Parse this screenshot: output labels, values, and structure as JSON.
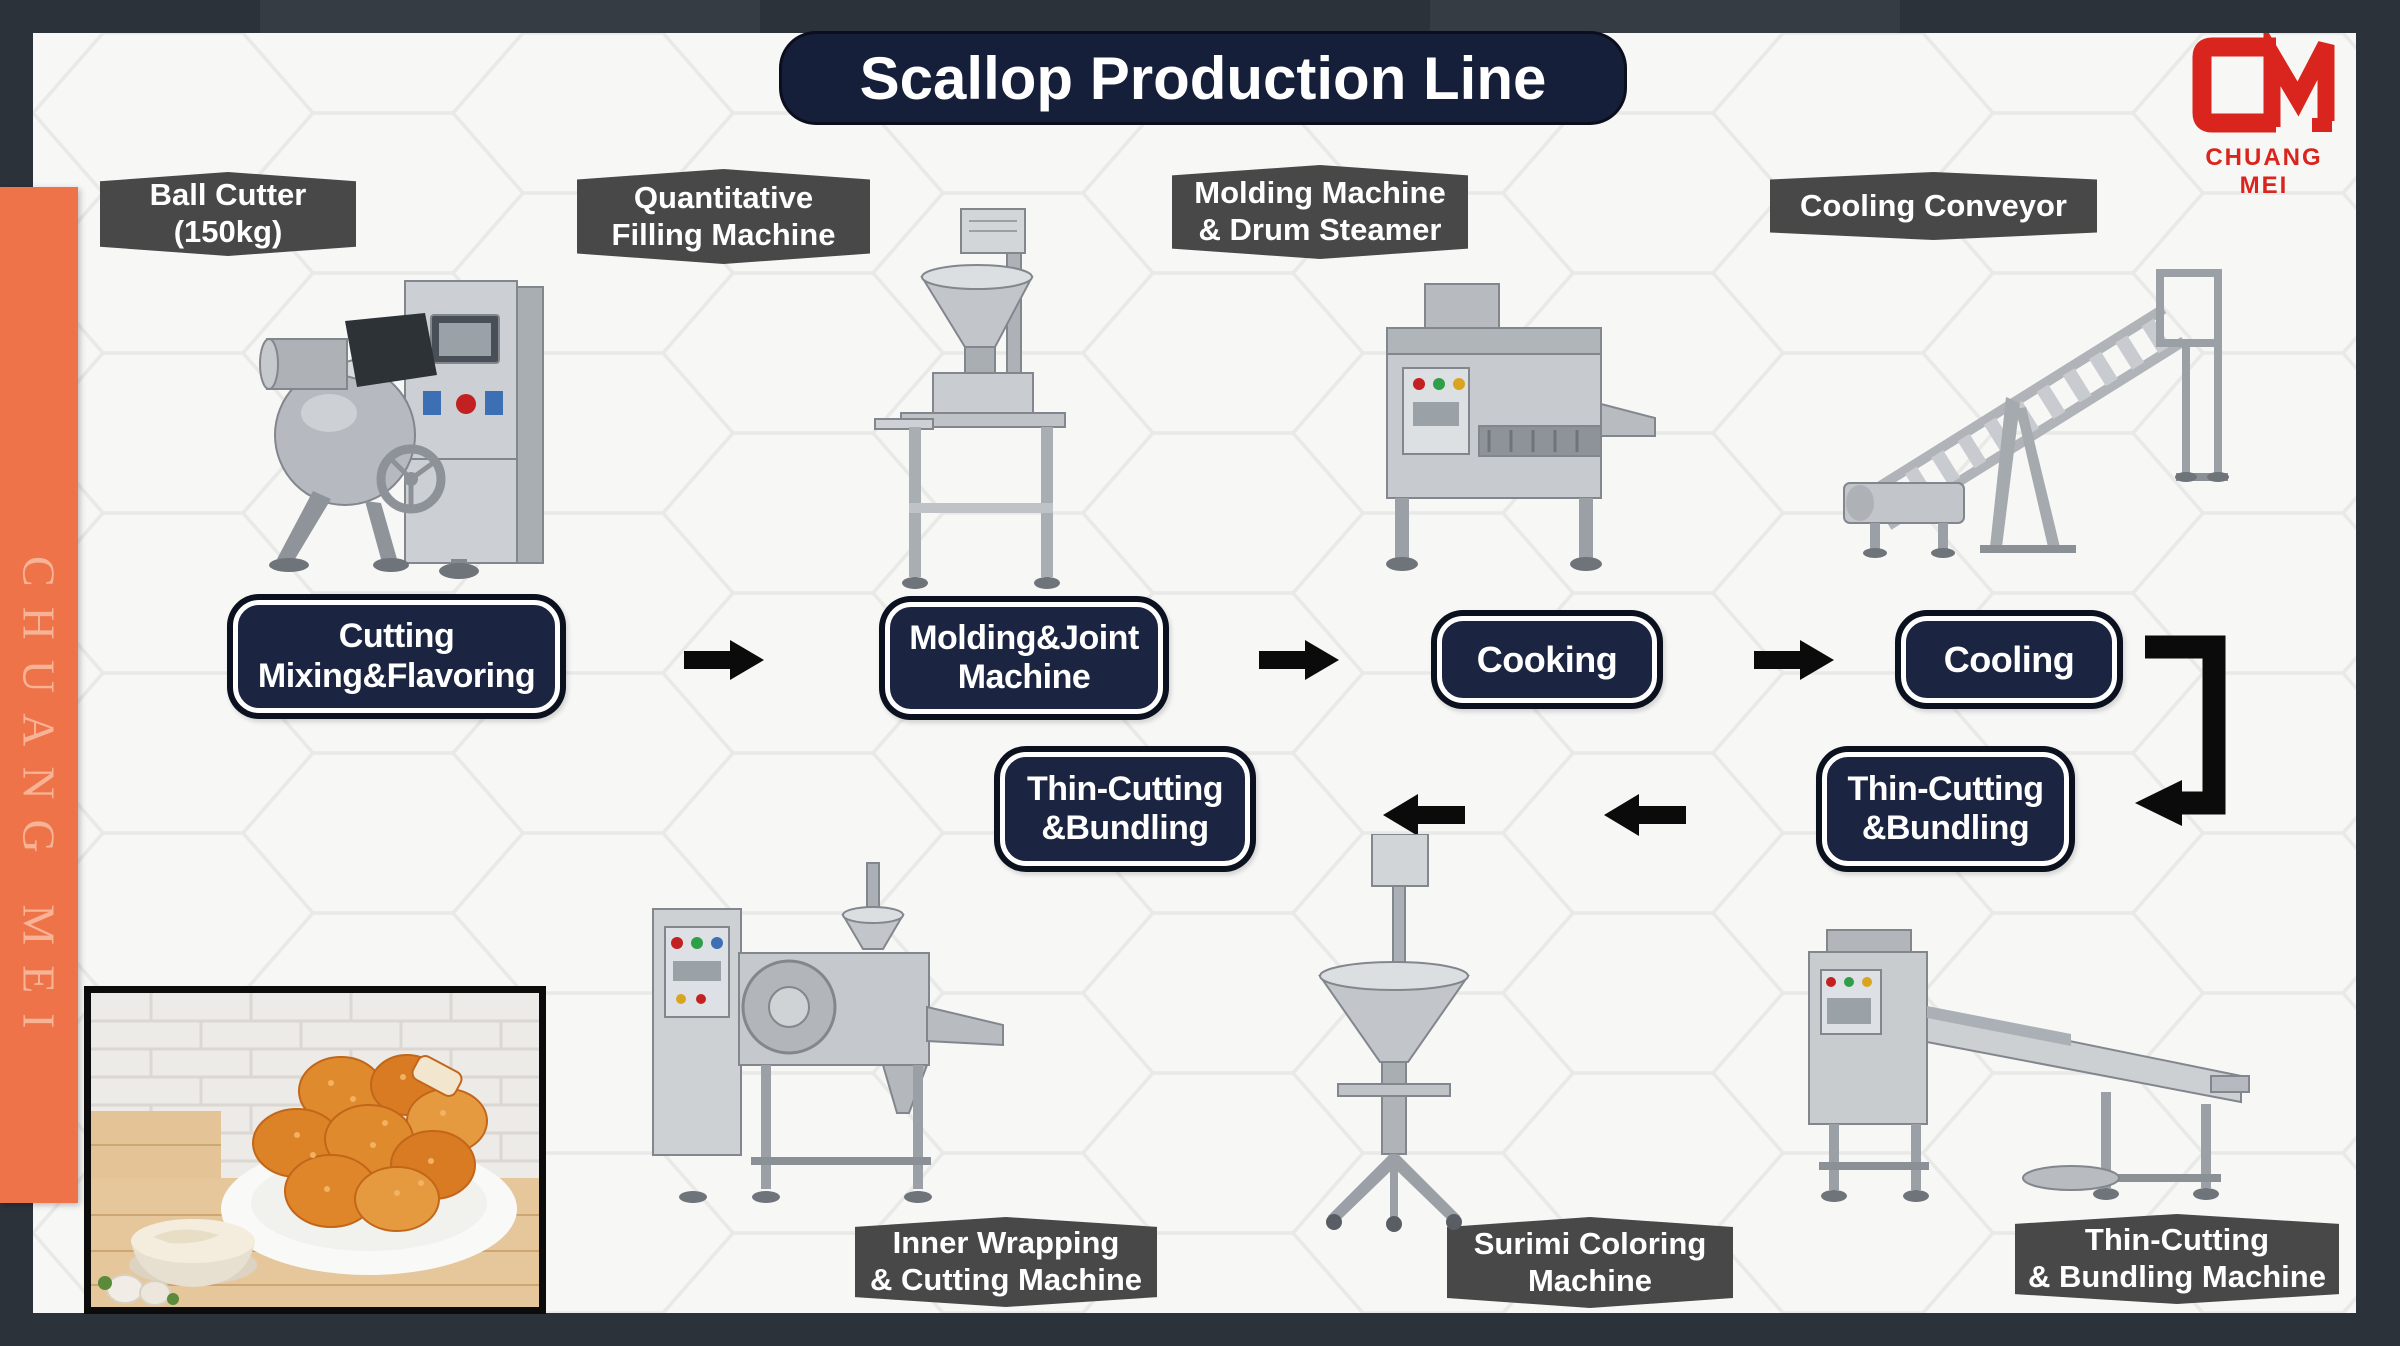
{
  "page_title": "Scallop Production Line",
  "brand": {
    "logo_monogram": "CM",
    "logo_caption": "CHUANG MEI",
    "sidebar_vertical_text": "CHUANG MEI"
  },
  "colors": {
    "frame_charcoal": "#2b323a",
    "accent_orange": "#ee7348",
    "navy_node": "#1b2441",
    "label_gray": "#484848",
    "logo_red": "#d9251d",
    "arrow_black": "#0b0b0b"
  },
  "machine_labels": {
    "ball_cutter": {
      "line1": "Ball Cutter",
      "line2": "(150kg)"
    },
    "quantitative_filling": {
      "line1": "Quantitative",
      "line2": "Filling Machine"
    },
    "molding_drum_steamer": {
      "line1": "Molding Machine",
      "line2": "& Drum Steamer"
    },
    "cooling_conveyor": {
      "line1": "Cooling Conveyor"
    },
    "inner_wrapping": {
      "line1": "Inner Wrapping",
      "line2": "& Cutting Machine"
    },
    "surimi_coloring": {
      "line1": "Surimi Coloring",
      "line2": "Machine"
    },
    "thin_cutting_bundling_machine": {
      "line1": "Thin-Cutting",
      "line2": "& Bundling Machine"
    }
  },
  "process_steps": {
    "cutting_mixing": {
      "line1": "Cutting",
      "line2": "Mixing&Flavoring"
    },
    "molding_joint": {
      "line1": "Molding&Joint",
      "line2": "Machine"
    },
    "cooking": {
      "line1": "Cooking"
    },
    "cooling": {
      "line1": "Cooling"
    },
    "thin_cutting_right": {
      "line1": "Thin-Cutting",
      "line2": "&Bundling"
    },
    "thin_cutting_center": {
      "line1": "Thin-Cutting",
      "line2": "&Bundling"
    }
  }
}
